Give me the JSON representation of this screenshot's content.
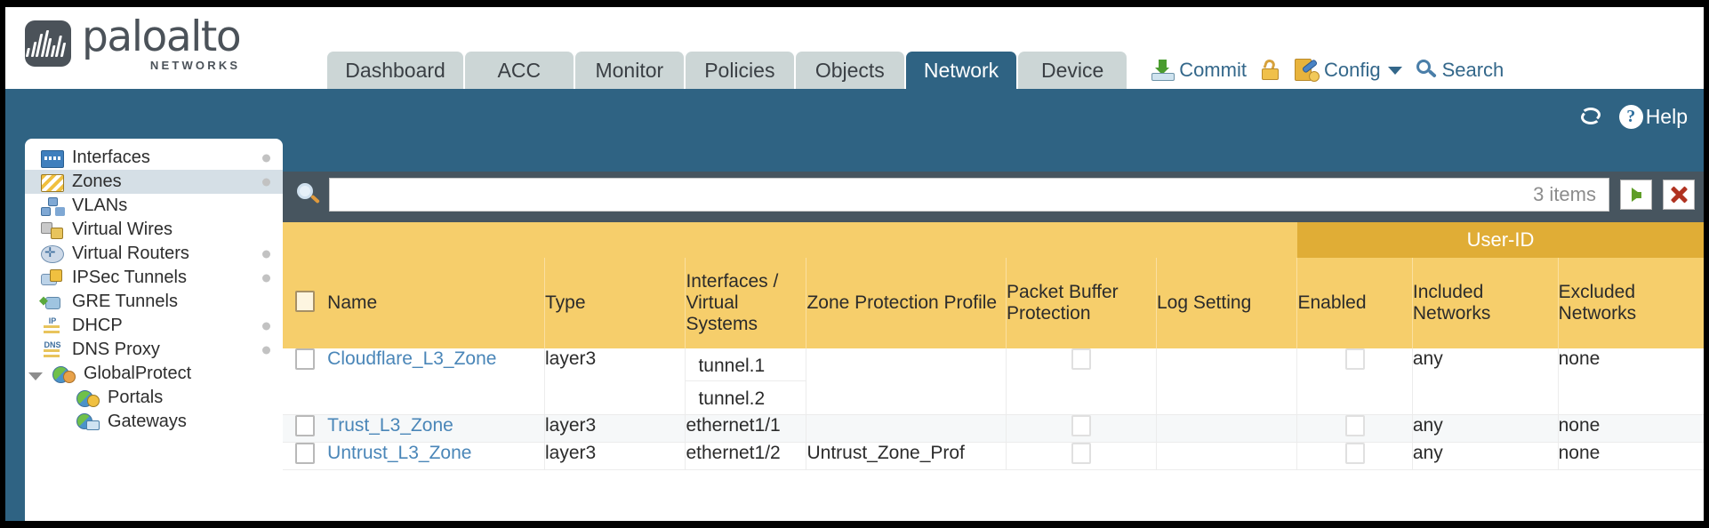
{
  "brand": {
    "name": "paloalto",
    "sub": "NETWORKS",
    "trademark": "®"
  },
  "tabs": [
    {
      "label": "Dashboard",
      "active": false
    },
    {
      "label": "ACC",
      "active": false
    },
    {
      "label": "Monitor",
      "active": false
    },
    {
      "label": "Policies",
      "active": false
    },
    {
      "label": "Objects",
      "active": false
    },
    {
      "label": "Network",
      "active": true
    },
    {
      "label": "Device",
      "active": false
    }
  ],
  "header_actions": {
    "commit": "Commit",
    "lock_icon": "padlock-unlocked-icon",
    "config": "Config",
    "search": "Search"
  },
  "band": {
    "refresh_icon": "refresh-icon",
    "help": "Help",
    "help_glyph": "?"
  },
  "sidebar": {
    "items": [
      {
        "label": "Interfaces",
        "icon": "interfaces-icon",
        "selected": false,
        "dot": true,
        "child": false,
        "expand": false
      },
      {
        "label": "Zones",
        "icon": "zones-icon",
        "selected": true,
        "dot": true,
        "child": false,
        "expand": false
      },
      {
        "label": "VLANs",
        "icon": "vlans-icon",
        "selected": false,
        "dot": false,
        "child": false,
        "expand": false
      },
      {
        "label": "Virtual Wires",
        "icon": "virtual-wires-icon",
        "selected": false,
        "dot": false,
        "child": false,
        "expand": false
      },
      {
        "label": "Virtual Routers",
        "icon": "virtual-routers-icon",
        "selected": false,
        "dot": true,
        "child": false,
        "expand": false
      },
      {
        "label": "IPSec Tunnels",
        "icon": "ipsec-tunnels-icon",
        "selected": false,
        "dot": true,
        "child": false,
        "expand": false
      },
      {
        "label": "GRE Tunnels",
        "icon": "gre-tunnels-icon",
        "selected": false,
        "dot": false,
        "child": false,
        "expand": false
      },
      {
        "label": "DHCP",
        "icon": "dhcp-icon",
        "selected": false,
        "dot": true,
        "child": false,
        "expand": false
      },
      {
        "label": "DNS Proxy",
        "icon": "dns-proxy-icon",
        "selected": false,
        "dot": true,
        "child": false,
        "expand": false
      },
      {
        "label": "GlobalProtect",
        "icon": "globalprotect-icon",
        "selected": false,
        "dot": false,
        "child": false,
        "expand": true
      },
      {
        "label": "Portals",
        "icon": "portals-icon",
        "selected": false,
        "dot": false,
        "child": true,
        "expand": false
      },
      {
        "label": "Gateways",
        "icon": "gateways-icon",
        "selected": false,
        "dot": false,
        "child": true,
        "expand": false
      }
    ]
  },
  "search": {
    "value": "",
    "placeholder": "",
    "item_count": "3 items",
    "apply_icon": "apply-filter-arrow-icon",
    "clear_icon": "clear-filter-x-icon",
    "magnifier_icon": "search-icon"
  },
  "table": {
    "group_header": {
      "label": "User-ID",
      "spans": [
        "Enabled",
        "Included Networks",
        "Excluded Networks"
      ]
    },
    "columns": [
      "Name",
      "Type",
      "Interfaces / Virtual Systems",
      "Zone Protection Profile",
      "Packet Buffer Protection",
      "Log Setting",
      "Enabled",
      "Included Networks",
      "Excluded Networks"
    ],
    "rows": [
      {
        "selected": false,
        "name": "Cloudflare_L3_Zone",
        "type": "layer3",
        "interfaces": [
          "tunnel.1",
          "tunnel.2"
        ],
        "zone_protection_profile": "",
        "packet_buffer_protection": false,
        "log_setting": "",
        "userid_enabled": false,
        "included_networks": "any",
        "excluded_networks": "none"
      },
      {
        "selected": false,
        "name": "Trust_L3_Zone",
        "type": "layer3",
        "interfaces": [
          "ethernet1/1"
        ],
        "zone_protection_profile": "",
        "packet_buffer_protection": false,
        "log_setting": "",
        "userid_enabled": false,
        "included_networks": "any",
        "excluded_networks": "none"
      },
      {
        "selected": false,
        "name": "Untrust_L3_Zone",
        "type": "layer3",
        "interfaces": [
          "ethernet1/2"
        ],
        "zone_protection_profile": "Untrust_Zone_Prof",
        "packet_buffer_protection": false,
        "log_setting": "",
        "userid_enabled": false,
        "included_networks": "any",
        "excluded_networks": "none"
      }
    ]
  },
  "colors": {
    "brand_blue": "#2f6383",
    "header_amber": "#f6ce6b",
    "group_amber": "#e0ad36",
    "link_blue": "#4a86b8",
    "searchbar_slate": "#47555f"
  }
}
